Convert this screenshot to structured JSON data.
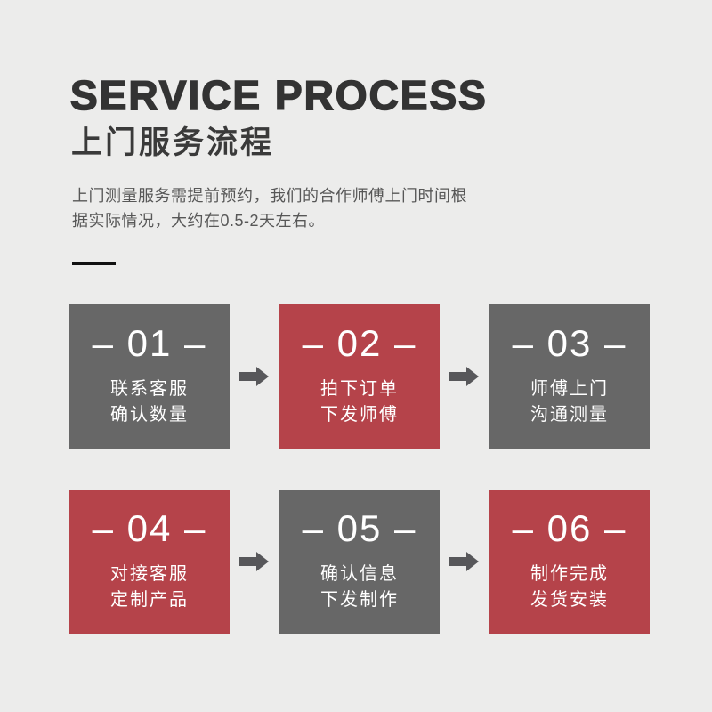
{
  "page": {
    "background_color": "#ececeb"
  },
  "header": {
    "title": "SERVICE PROCESS",
    "subtitle": "上门服务流程",
    "description_lines": [
      "上门测量服务需提前预约，我们的合作师傅上门时间根",
      "据实际情况，大约在0.5-2天左右。"
    ]
  },
  "colors": {
    "title_text": "#333333",
    "body_text": "#575757",
    "divider": "#111111",
    "gray_box": "#676767",
    "red_box": "#b5434a",
    "arrow": "#57575a",
    "box_text": "#ffffff"
  },
  "steps": [
    {
      "number_label": "– 01 –",
      "variant": "gray",
      "lines": [
        "联系客服",
        "确认数量"
      ]
    },
    {
      "number_label": "– 02 –",
      "variant": "red",
      "lines": [
        "拍下订单",
        "下发师傅"
      ]
    },
    {
      "number_label": "– 03 –",
      "variant": "gray",
      "lines": [
        "师傅上门",
        "沟通测量"
      ]
    },
    {
      "number_label": "– 04 –",
      "variant": "red",
      "lines": [
        "对接客服",
        "定制产品"
      ]
    },
    {
      "number_label": "– 05 –",
      "variant": "gray",
      "lines": [
        "确认信息",
        "下发制作"
      ]
    },
    {
      "number_label": "– 06 –",
      "variant": "red",
      "lines": [
        "制作完成",
        "发货安装"
      ]
    }
  ]
}
